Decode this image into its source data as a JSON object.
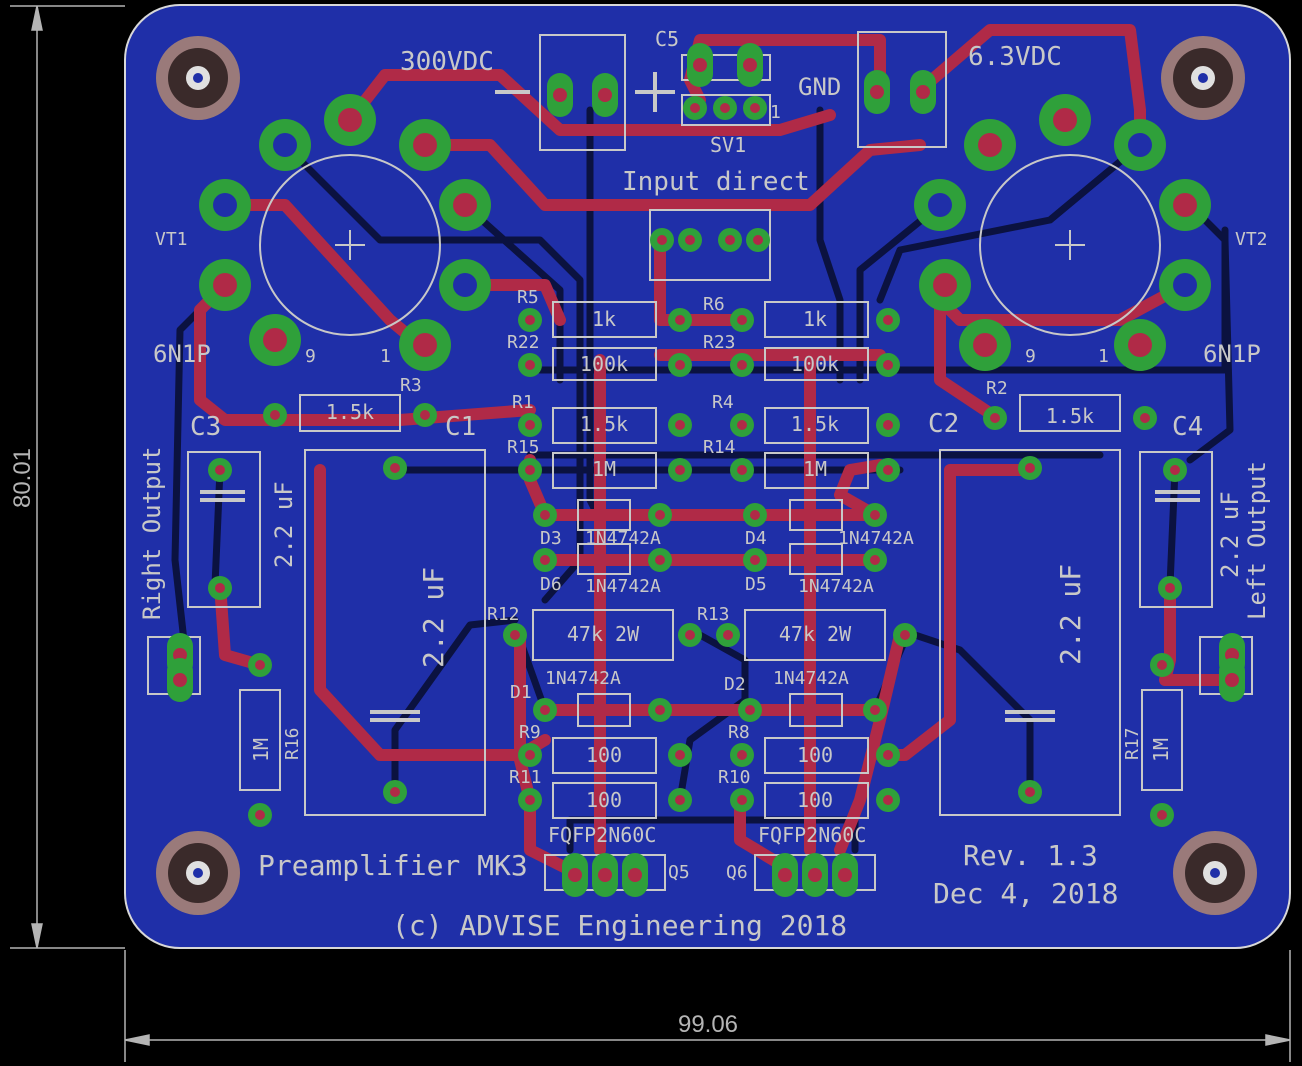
{
  "board": {
    "title": "Preamplifier MK3",
    "revision": "Rev. 1.3",
    "date": "Dec 4, 2018",
    "copyright": "(c) ADVISE Engineering 2018",
    "width_mm": "99.06",
    "height_mm": "80.01"
  },
  "labels": {
    "hv": "300VDC",
    "minus": "—",
    "plus": "+",
    "gnd": "GND",
    "lv": "6.3VDC",
    "input": "Input direct",
    "right_out": "Right Output",
    "left_out": "Left Output",
    "c5": "C5",
    "sv1": "SV1",
    "sv1_pin": "1",
    "vt1": "VT1",
    "vt2": "VT2",
    "tube1": "6N1P",
    "tube2": "6N1P",
    "pin9": "9",
    "pin1": "1",
    "c1": "C1",
    "c2": "C2",
    "c3": "C3",
    "c4": "C4",
    "cap_val": "2.2 uF",
    "q5": "Q5",
    "q6": "Q6",
    "mosfet": "FQFP2N60C",
    "zener": "1N4742A"
  },
  "resistors": [
    {
      "ref": "R5",
      "value": "1k"
    },
    {
      "ref": "R6",
      "value": "1k"
    },
    {
      "ref": "R22",
      "value": "100k"
    },
    {
      "ref": "R23",
      "value": "100k"
    },
    {
      "ref": "R1",
      "value": "1.5k"
    },
    {
      "ref": "R4",
      "value": "1.5k"
    },
    {
      "ref": "R15",
      "value": "1M"
    },
    {
      "ref": "R14",
      "value": "1M"
    },
    {
      "ref": "R3",
      "value": "1.5k"
    },
    {
      "ref": "R2",
      "value": "1.5k"
    },
    {
      "ref": "R12",
      "value": "47k 2W"
    },
    {
      "ref": "R13",
      "value": "47k 2W"
    },
    {
      "ref": "R9",
      "value": "100"
    },
    {
      "ref": "R8",
      "value": "100"
    },
    {
      "ref": "R11",
      "value": "100"
    },
    {
      "ref": "R10",
      "value": "100"
    },
    {
      "ref": "R16",
      "value": "1M"
    },
    {
      "ref": "R17",
      "value": "1M"
    }
  ],
  "diodes": [
    "D1",
    "D2",
    "D3",
    "D4",
    "D5",
    "D6"
  ],
  "colors": {
    "background": "#000000",
    "board": "#1f2fa8",
    "bottom_copper": "#0b1240",
    "top_copper": "#b02a47",
    "pad": "#2fa03a",
    "silk": "#c8c8c8",
    "dimension": "#b4b4b4"
  }
}
